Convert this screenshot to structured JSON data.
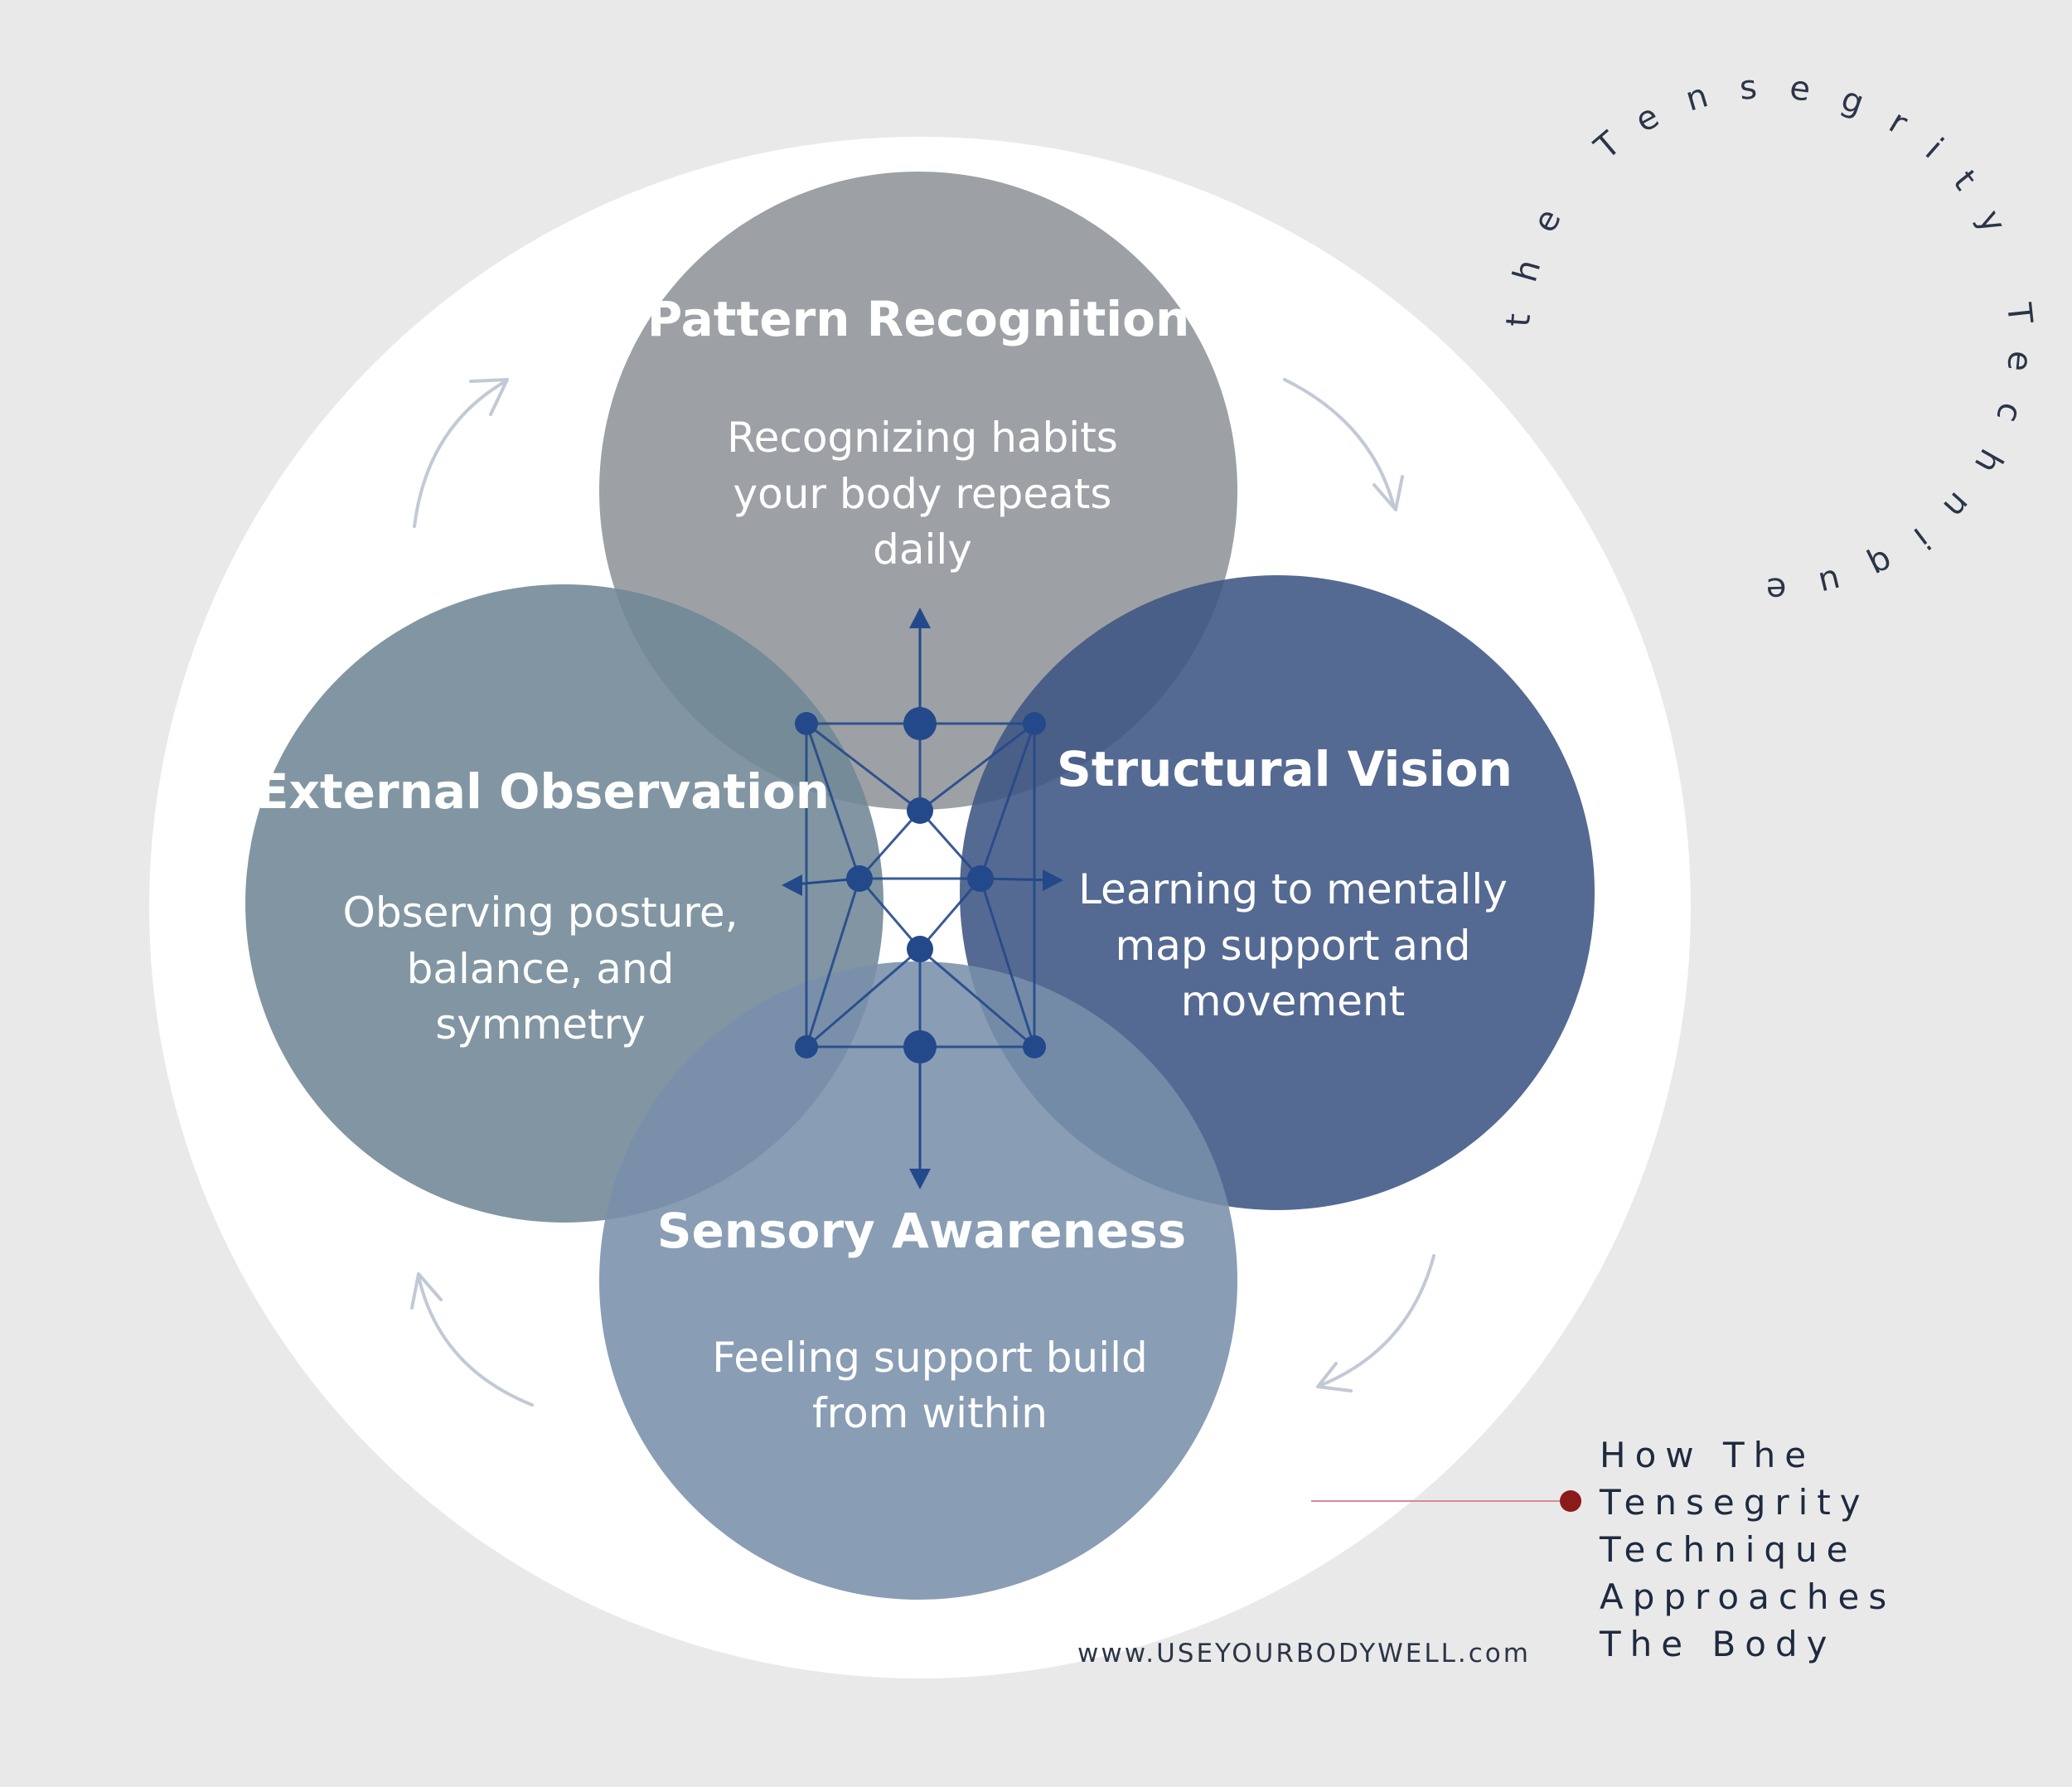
{
  "arc_title": "the Tensegrity Technique",
  "circles": {
    "top": {
      "title": "Pattern Recognition",
      "lines": [
        "Recognizing habits",
        "your body repeats",
        "daily"
      ]
    },
    "left": {
      "title": "External Observation",
      "lines": [
        "Observing posture,",
        "balance, and",
        "symmetry"
      ]
    },
    "right": {
      "title": "Structural Vision",
      "lines": [
        "Learning to mentally",
        "map support and",
        "movement"
      ]
    },
    "bottom": {
      "title": "Sensory Awareness",
      "lines": [
        "Feeling support build",
        "from within"
      ]
    }
  },
  "side_title_lines": [
    "How The",
    "Tensegrity",
    "Technique",
    "Approaches",
    "The Body"
  ],
  "website": "www.USEYOURBODYWELL.com",
  "colors": {
    "background": "#e9e9e9",
    "outer_circle": "#ffffff",
    "top_circle": "#8d9196",
    "left_circle": "#6f8795",
    "right_circle": "#3d5583",
    "bottom_circle": "#7990ab",
    "network": "#23498b",
    "arrow_gray": "#c2c9d6",
    "accent_dot": "#8b1a1a",
    "accent_line": "#d68a9a",
    "dark_text": "#1e2a40"
  },
  "icons": [
    "cycle-arrow-icon",
    "tensegrity-network-icon",
    "accent-dot-icon"
  ]
}
